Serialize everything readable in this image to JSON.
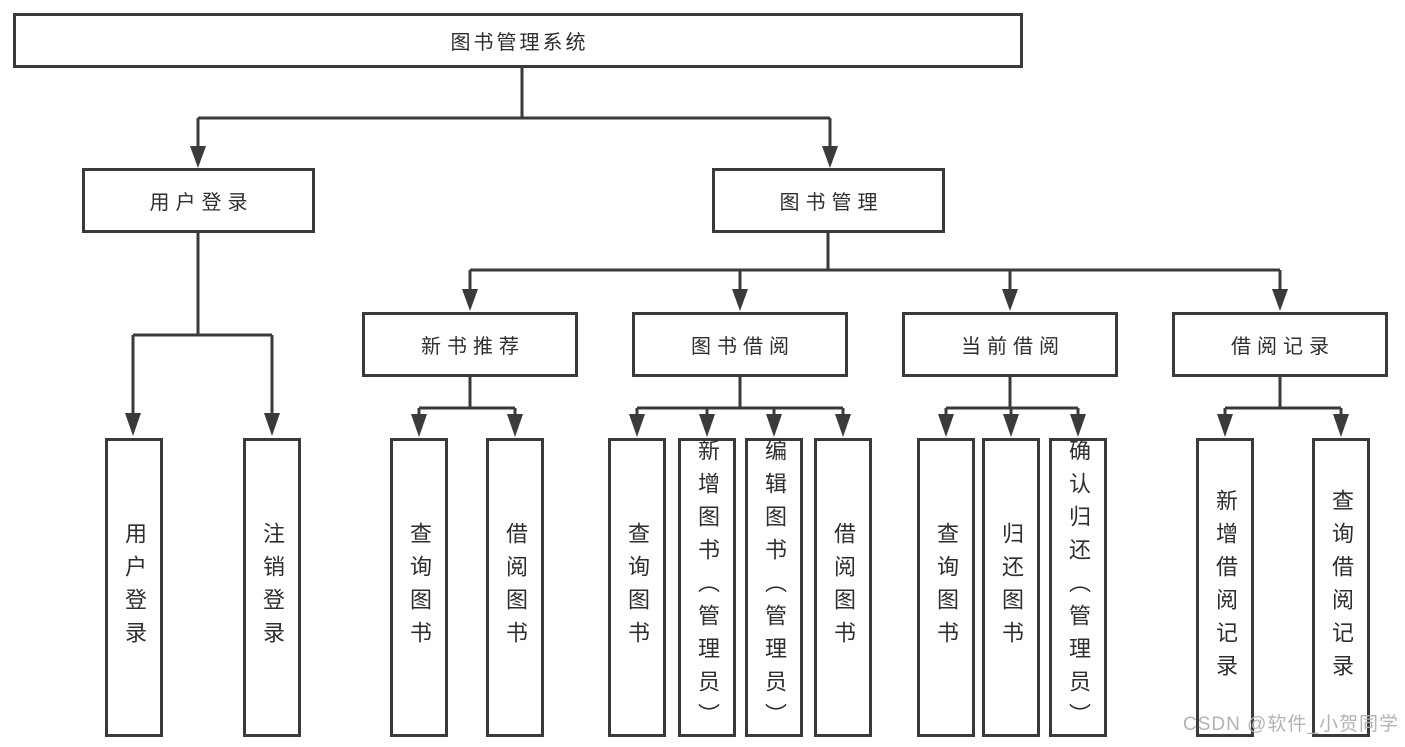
{
  "diagram": {
    "root": "图书管理系统",
    "level2": [
      {
        "label": "用户登录",
        "children": [
          "用户登录",
          "注销登录"
        ]
      },
      {
        "label": "图书管理"
      }
    ],
    "level3": [
      {
        "label": "新书推荐",
        "children": [
          "查询图书",
          "借阅图书"
        ]
      },
      {
        "label": "图书借阅",
        "children": [
          "查询图书",
          "新增图书（管理员）",
          "编辑图书（管理员）",
          "借阅图书"
        ]
      },
      {
        "label": "当前借阅",
        "children": [
          "查询图书",
          "归还图书",
          "确认归还（管理员）"
        ]
      },
      {
        "label": "借阅记录",
        "children": [
          "新增借阅记录",
          "查询借阅记录"
        ]
      }
    ]
  },
  "watermark": "CSDN @软件_小贺同学",
  "colors": {
    "line": "#3a3a3a",
    "text": "#2e2e2e",
    "watermark": "#b3b3b3",
    "background": "#ffffff"
  }
}
